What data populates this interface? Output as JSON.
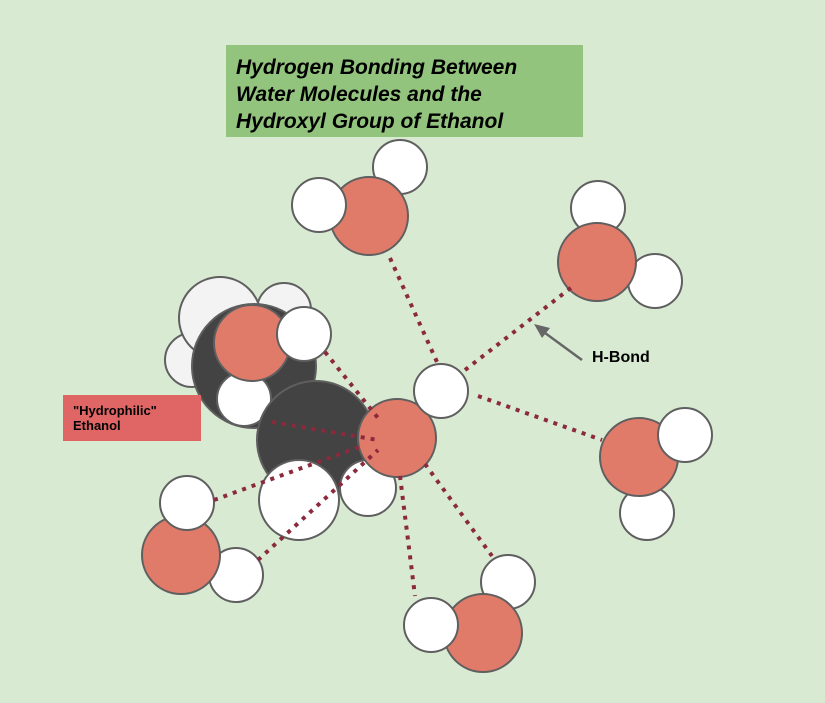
{
  "title": {
    "lines": [
      "Hydrogen Bonding Between",
      "Water Molecules and the",
      "Hydroxyl Group of Ethanol"
    ],
    "background": "#93c47d"
  },
  "ethanol_label": {
    "lines": [
      "\"Hydrophilic\"",
      "Ethanol"
    ],
    "background": "#e06666"
  },
  "hbond_label": "H-Bond",
  "colors": {
    "background": "#d9ead3",
    "oxygen": "#e07b6a",
    "hydrogen": "#ffffff",
    "carbon": "#434343",
    "hbond_line": "#8b2a3c",
    "outline": "#5f5f5f"
  }
}
